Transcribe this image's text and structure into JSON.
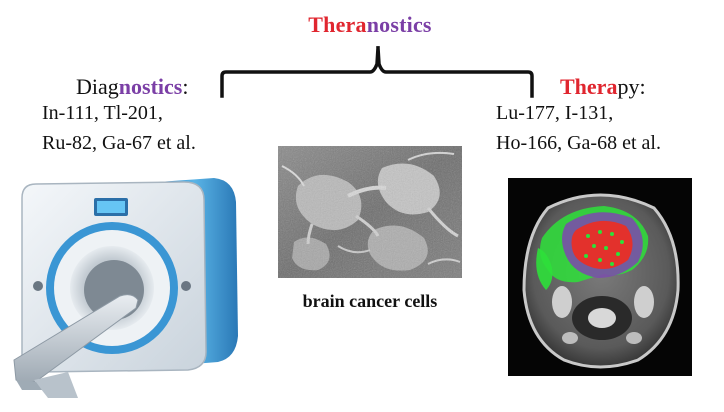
{
  "title": {
    "part1": "Thera",
    "part2": "nostics",
    "color1": "#e0262f",
    "color2": "#7b3fa6"
  },
  "diagnostics": {
    "head_plain": "Diag",
    "head_bold": "nostics",
    "head_suffix": ":",
    "line1": "In-111, Tl-201,",
    "line2": "Ru-82, Ga-67 et al.",
    "image_icon": "pet-ct-scanner"
  },
  "therapy": {
    "head_bold": "Thera",
    "head_plain": "py:",
    "line1": "Lu-177, I-131,",
    "line2": "Ho-166, Ga-68 et al.",
    "image_icon": "ct-head-scan"
  },
  "center": {
    "caption": "brain cancer cells",
    "image_icon": "cell-micrograph"
  },
  "colors": {
    "accent_red": "#e0262f",
    "accent_purple": "#7b3fa6",
    "scanner_blue": "#3f9ed8",
    "tumor_green": "#2ee03a"
  }
}
